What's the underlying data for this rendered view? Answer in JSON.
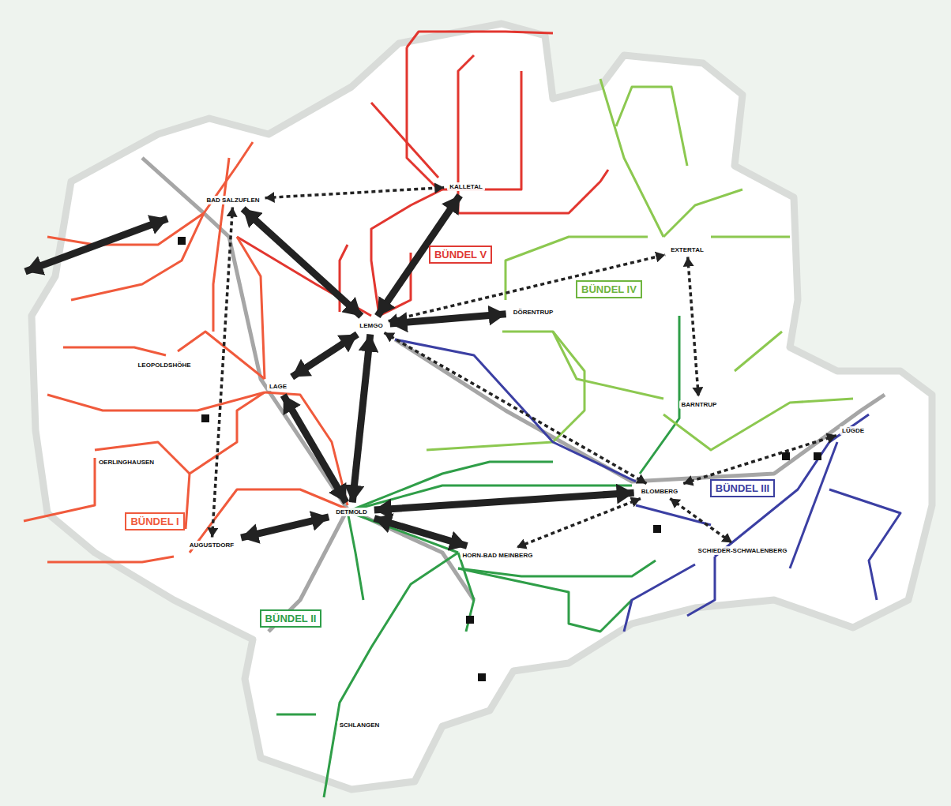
{
  "diagram": {
    "nodes": [
      {
        "text": [
          "KALLETAL"
        ]
      },
      {
        "text": [
          "BAD SALZUFLEN"
        ]
      },
      {
        "text": [
          "EXTERTAL"
        ]
      },
      {
        "text": [
          "BÜNDEL V"
        ]
      },
      {
        "text": [
          "BÜNDEL IV"
        ]
      },
      {
        "text": [
          "DÖRENTRUP"
        ]
      },
      {
        "text": [
          "LEMGO"
        ]
      },
      {
        "text": [
          "LEOPOLDSHÖHE"
        ]
      },
      {
        "text": [
          "LAGE"
        ]
      },
      {
        "text": [
          "BARNTRUP"
        ]
      },
      {
        "text": [
          "LÜGDE"
        ]
      },
      {
        "text": [
          "OERLINGHAUSEN"
        ]
      },
      {
        "text": [
          "BÜNDEL III"
        ]
      },
      {
        "text": [
          "BLOMBERG"
        ]
      },
      {
        "text": [
          "DETMOLD"
        ]
      },
      {
        "text": [
          "BÜNDEL I"
        ]
      },
      {
        "text": [
          "AUGUSTDORF"
        ]
      },
      {
        "text": [
          "SCHIEDER-SCHWALENBERG"
        ]
      },
      {
        "text": [
          "HORN-BAD MEINBERG"
        ]
      },
      {
        "text": [
          "BÜNDEL II"
        ]
      },
      {
        "text": [
          "SCHLANGEN"
        ]
      }
    ],
    "edges": [
      {
        "from": 1,
        "to": 6,
        "arrow": "both"
      },
      {
        "from": 0,
        "to": 6,
        "arrow": "both"
      },
      {
        "from": 6,
        "to": 5,
        "arrow": "both"
      },
      {
        "from": 6,
        "to": 8,
        "arrow": "both"
      },
      {
        "from": 6,
        "to": 14,
        "arrow": "both"
      },
      {
        "from": 8,
        "to": 14,
        "arrow": "both"
      },
      {
        "from": 14,
        "to": 16,
        "arrow": "both"
      },
      {
        "from": 14,
        "to": 13,
        "arrow": "both"
      },
      {
        "from": 14,
        "to": 18,
        "arrow": "both"
      },
      {
        "from": 1,
        "to": 0,
        "arrow": "both"
      },
      {
        "from": 6,
        "to": 2,
        "arrow": "both"
      },
      {
        "from": 2,
        "to": 9,
        "arrow": "both"
      },
      {
        "from": 1,
        "to": 16,
        "arrow": "both"
      },
      {
        "from": 6,
        "to": 13,
        "arrow": "both"
      },
      {
        "from": 13,
        "to": 10,
        "arrow": "both"
      },
      {
        "from": 13,
        "to": 17,
        "arrow": "both"
      },
      {
        "from": 13,
        "to": 18,
        "arrow": "both"
      }
    ]
  }
}
